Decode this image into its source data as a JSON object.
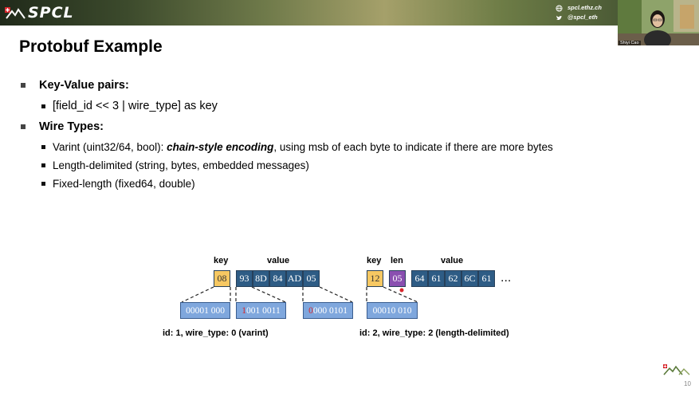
{
  "header": {
    "logo_text": "SPCL",
    "website": "spcl.ethz.ch",
    "twitter": "@spcl_eth"
  },
  "webcam": {
    "caption": "Shiyi Cao"
  },
  "slide": {
    "title": "Protobuf Example",
    "bullets": [
      {
        "text": "Key-Value pairs:"
      },
      {
        "text": "[field_id << 3 | wire_type] as key"
      },
      {
        "text": "Wire Types:"
      },
      {
        "pre": "Varint (uint32/64, bool): ",
        "em": "chain-style encoding",
        "post": ", using msb of each byte to indicate if there are more bytes"
      },
      {
        "text": "Length-delimited (string, bytes, embedded messages)"
      },
      {
        "text": "Fixed-length (fixed64, double)"
      }
    ],
    "page_number": "10"
  },
  "diagram": {
    "labels": {
      "key": "key",
      "value": "value",
      "len": "len"
    },
    "example1": {
      "key_byte": "08",
      "value_bytes": [
        "93",
        "8D",
        "84",
        "AD",
        "05"
      ],
      "key_binary": "00001 000",
      "byte0_msb": "1",
      "byte0_rest": "001 0011",
      "byte4_msb": "0",
      "byte4_rest": "000 0101",
      "caption": "id: 1, wire_type: 0 (varint)"
    },
    "example2": {
      "key_byte": "12",
      "len_byte": "05",
      "value_bytes": [
        "64",
        "61",
        "62",
        "6C",
        "61"
      ],
      "ellipsis": "...",
      "key_binary": "00010 010",
      "caption": "id: 2, wire_type: 2 (length-delimited)"
    }
  },
  "colors": {
    "key": "#f7c862",
    "len": "#8a4fb0",
    "value": "#2e5c85",
    "binary": "#7fa7dd",
    "msb_highlight": "#d8262c"
  }
}
